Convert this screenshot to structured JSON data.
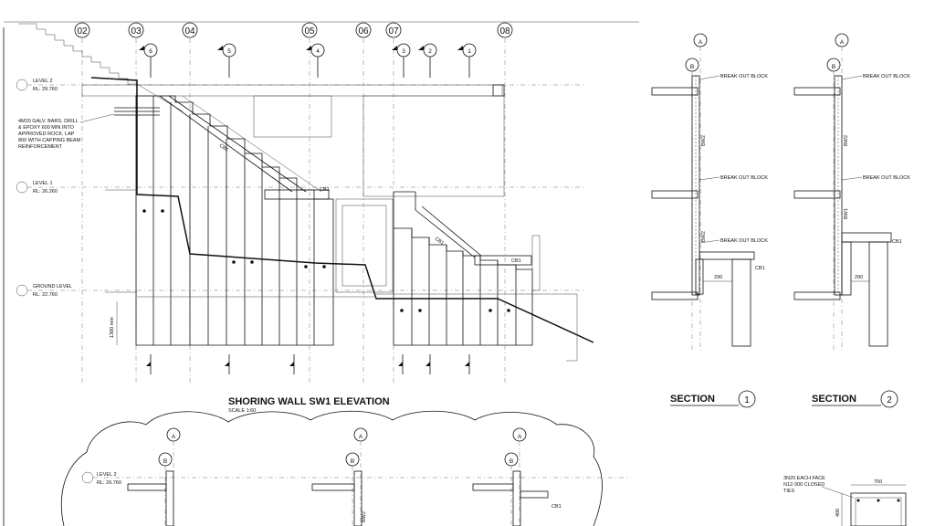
{
  "elevation": {
    "title": "SHORING WALL SW1 ELEVATION",
    "scale": "SCALE 1:60",
    "grid_lines": [
      "02",
      "03",
      "04",
      "05",
      "06",
      "07",
      "08"
    ],
    "section_markers": [
      "6",
      "5",
      "4",
      "3",
      "2",
      "1"
    ],
    "levels": [
      {
        "name": "LEVEL 2",
        "rl": "RL: 29.760"
      },
      {
        "name": "LEVEL 1",
        "rl": "RL: 26.260"
      },
      {
        "name": "GROUND LEVEL",
        "rl": "RL: 22.760"
      }
    ],
    "note_lines": [
      "4M20 GALV. BARS. DRILL",
      "& EPOXY 600 MIN INTO",
      "APPROVED ROCK. LAP",
      "800 WITH CAPPING BEAM",
      "REINFORCEMENT"
    ],
    "cb_label": "CB1",
    "depth_label": "1300 min"
  },
  "sections": [
    {
      "title": "SECTION",
      "number": "1",
      "grid_a": "A",
      "grid_b": "B",
      "labels": [
        "BREAK OUT BLOCK",
        "BREAK OUT BLOCK",
        "BREAK OUT BLOCK"
      ],
      "wall_labels": [
        "BW2",
        "BW2"
      ],
      "dim": "290",
      "cb_label": "CB1"
    },
    {
      "title": "SECTION",
      "number": "2",
      "grid_a": "A",
      "grid_b": "B",
      "labels": [
        "BREAK OUT BLOCK",
        "BREAK OUT BLOCK"
      ],
      "wall_labels": [
        "BW2",
        "BW1"
      ],
      "dim": "290",
      "cb_label": "CB1"
    }
  ],
  "lower": {
    "grid_a": "A",
    "grid_b": "B",
    "level": {
      "name": "LEVEL 2",
      "rl": "RL: 29.760"
    },
    "cb_label": "CB1",
    "wall_label": "BW2"
  },
  "beam_detail": {
    "note_lines": [
      "3N20 EACH FACE",
      "N12-300 CLOSED",
      "TIES"
    ],
    "width": "750",
    "depth": "400"
  }
}
